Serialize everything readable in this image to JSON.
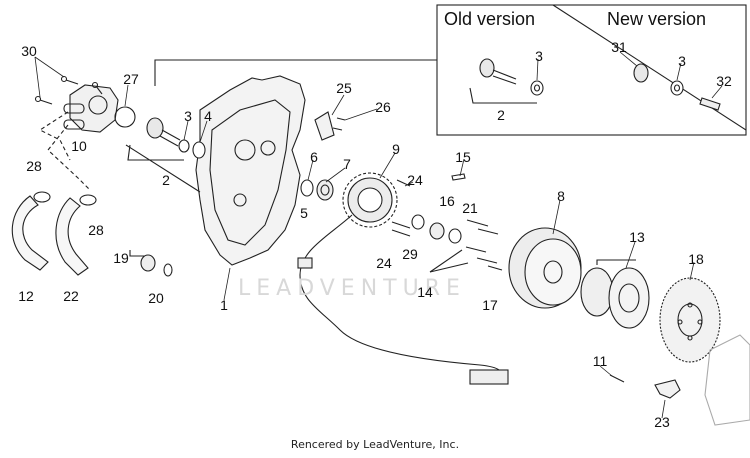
{
  "inset": {
    "old_title": "Old version",
    "new_title": "New version"
  },
  "callouts": {
    "c30": "30",
    "c27": "27",
    "c10": "10",
    "c28a": "28",
    "c28b": "28",
    "c12": "12",
    "c22": "22",
    "c3a": "3",
    "c4": "4",
    "c2a": "2",
    "c25": "25",
    "c26": "26",
    "c6": "6",
    "c7": "7",
    "c5": "5",
    "c9": "9",
    "c1": "1",
    "c19": "19",
    "c20": "20",
    "c24a": "24",
    "c24b": "24",
    "c29": "29",
    "c15": "15",
    "c16": "16",
    "c21": "21",
    "c14": "14",
    "c17": "17",
    "c8": "8",
    "c13": "13",
    "c18": "18",
    "c11": "11",
    "c23": "23",
    "c3b": "3",
    "c2b": "2",
    "c31": "31",
    "c3c": "3",
    "c32": "32"
  },
  "watermark": "LEADVENTURE",
  "credit": "Rencered by LeadVenture, Inc."
}
